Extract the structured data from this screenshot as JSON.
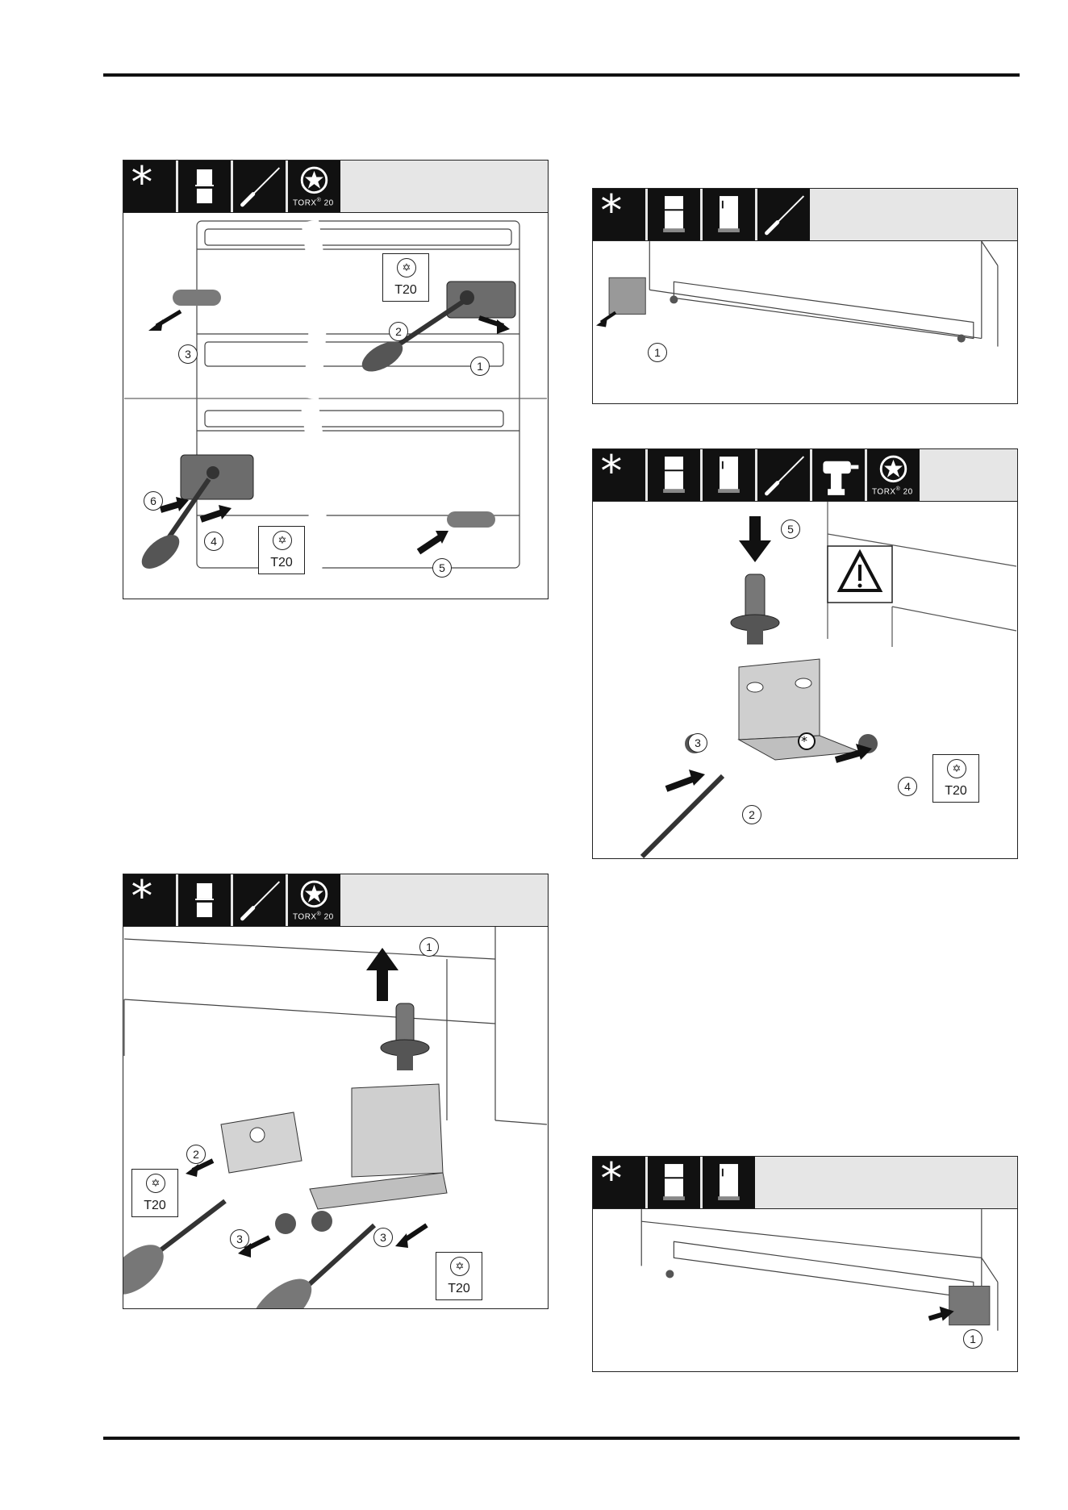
{
  "panels": [
    {
      "id": "panel-a",
      "tools": [
        "star-icon",
        "door-hinge-icon",
        "screwdriver-icon",
        "torx-icon"
      ],
      "torx_label": "TORX",
      "torx_size": "20",
      "callouts": [
        "1",
        "2",
        "3",
        "4",
        "5",
        "6"
      ],
      "t20_labels": [
        "T20",
        "T20"
      ]
    },
    {
      "id": "panel-b",
      "tools": [
        "star-icon",
        "fridge-icon",
        "fridge-single-icon",
        "screwdriver-icon"
      ],
      "callouts": [
        "1"
      ]
    },
    {
      "id": "panel-c",
      "tools": [
        "star-icon",
        "fridge-icon",
        "fridge-single-icon",
        "screwdriver-icon",
        "cordless-drill-icon",
        "torx-icon"
      ],
      "torx_label": "TORX",
      "torx_size": "20",
      "callouts": [
        "5",
        "3",
        "4",
        "2"
      ],
      "t20_labels": [
        "T20"
      ]
    },
    {
      "id": "panel-d",
      "tools": [
        "star-icon",
        "door-hinge-icon",
        "screwdriver-icon",
        "torx-icon"
      ],
      "torx_label": "TORX",
      "torx_size": "20",
      "callouts": [
        "1",
        "2",
        "3",
        "3"
      ],
      "t20_labels": [
        "T20",
        "T20"
      ]
    },
    {
      "id": "panel-e",
      "tools": [
        "star-icon",
        "fridge-icon",
        "fridge-single-icon"
      ],
      "callouts": [
        "1"
      ]
    }
  ]
}
